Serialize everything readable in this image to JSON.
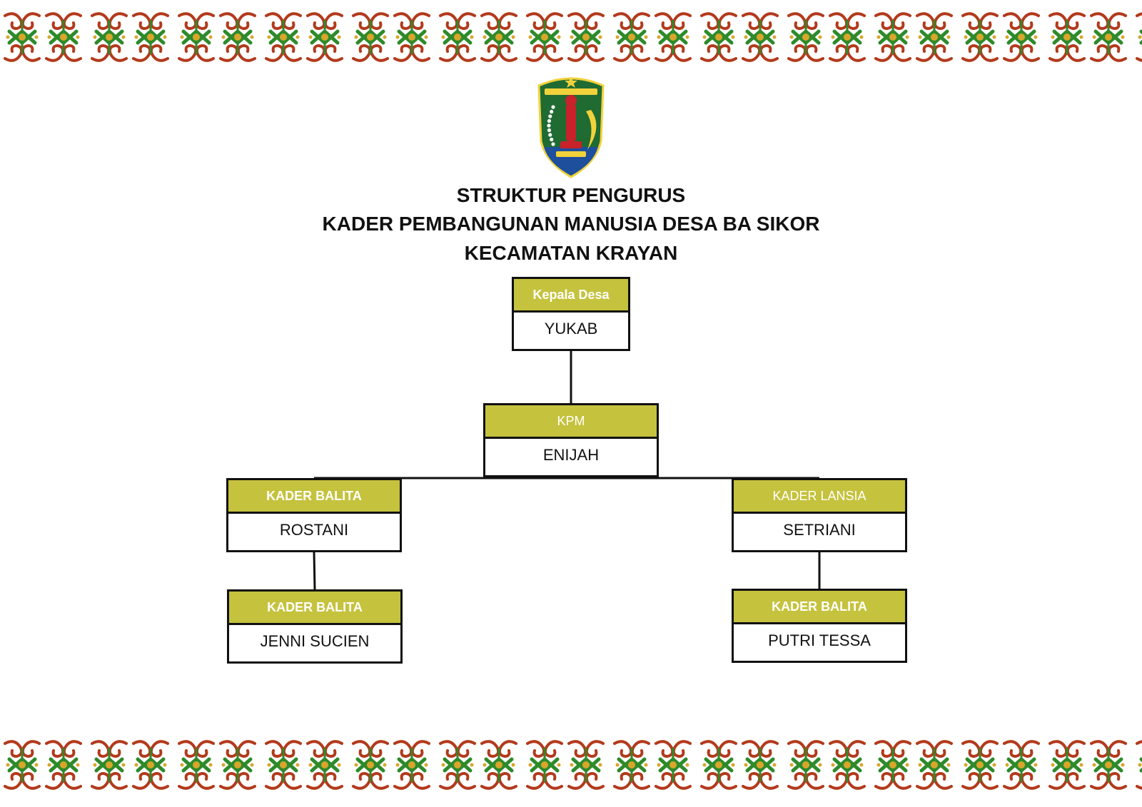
{
  "colors": {
    "header_fill": "#c5c23e",
    "border": "#111111",
    "ornament_red": "#b23a1c",
    "ornament_green": "#2e8a2a",
    "ornament_gold": "#d8a62a",
    "emblem_green": "#1f6b32",
    "emblem_red": "#c8222b",
    "emblem_blue": "#1d4f9c",
    "emblem_yellow": "#f2d23b"
  },
  "decor": {
    "top_border": "dayak-ornament-border",
    "bottom_border": "dayak-ornament-border",
    "emblem": "kabupaten-nunukan-emblem"
  },
  "title": {
    "line1": "STRUKTUR PENGURUS",
    "line2": "KADER PEMBANGUNAN MANUSIA DESA BA SIKOR",
    "line3": "KECAMATAN KRAYAN"
  },
  "org": {
    "kepala_desa": {
      "role": "Kepala Desa",
      "name": "YUKAB"
    },
    "kpm": {
      "role": "KPM",
      "name": "ENIJAH"
    },
    "kader_balita_1": {
      "role": "KADER BALITA",
      "name": "ROSTANI"
    },
    "kader_balita_2": {
      "role": "KADER BALITA",
      "name": "JENNI SUCIEN"
    },
    "kader_lansia": {
      "role": "KADER LANSIA",
      "name": "SETRIANI"
    },
    "kader_balita_3": {
      "role": "KADER BALITA",
      "name": "PUTRI TESSA"
    }
  },
  "edges": [
    [
      "kepala_desa",
      "kpm"
    ],
    [
      "kpm",
      "kader_balita_1"
    ],
    [
      "kpm",
      "kader_lansia"
    ],
    [
      "kader_balita_1",
      "kader_balita_2"
    ],
    [
      "kader_lansia",
      "kader_balita_3"
    ]
  ]
}
